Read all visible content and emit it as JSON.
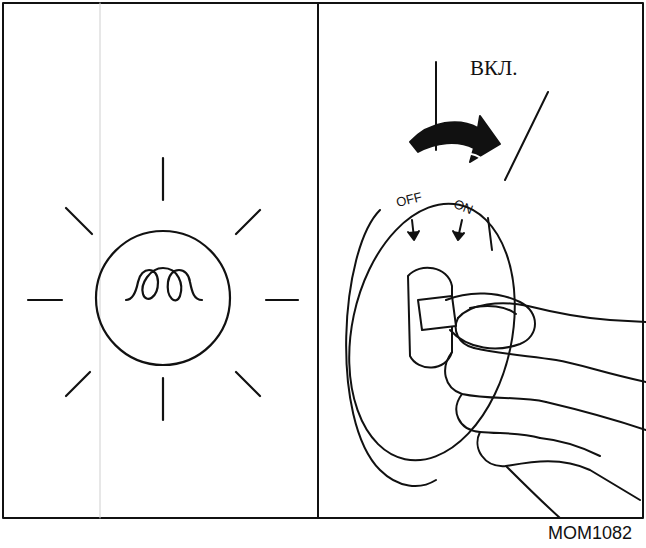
{
  "diagram": {
    "labels": [
      "ВКЛ.",
      "OFF",
      "ON",
      "MOM1082"
    ]
  }
}
